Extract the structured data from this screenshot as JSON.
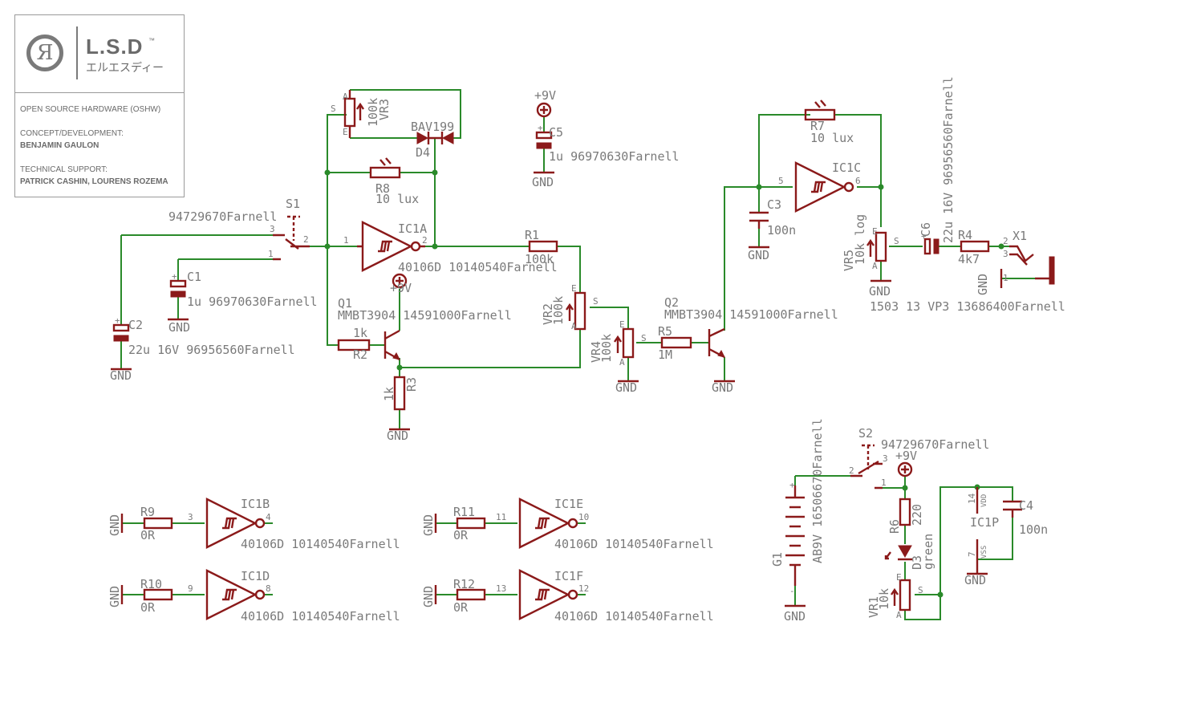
{
  "logo": {
    "mark": "Я",
    "name": "L.S.D",
    "tm": "™",
    "kana": "エルエスディー",
    "l1": "OPEN SOURCE HARDWARE (OSHW)",
    "l2": "CONCEPT/DEVELOPMENT:",
    "l3": "BENJAMIN GAULON",
    "l4": "TECHNICAL SUPPORT:",
    "l5": "PATRICK CASHIN, LOURENS ROZEMA"
  },
  "parts": {
    "vr3_a": "A",
    "vr3_s": "S",
    "vr3_e": "E",
    "vr3_val": "100k",
    "vr3_name": "VR3",
    "d4_part": "BAV199",
    "d4_name": "D4",
    "r8_name": "R8",
    "r8_val": "10 lux",
    "s1_ref": "94729670Farnell",
    "s1_name": "S1",
    "s1_p3": "3",
    "s1_p2": "2",
    "s1_p1": "1",
    "c1_name": "C1",
    "c1_val": "1u 96970630Farnell",
    "c2_name": "C2",
    "c2_val": "22u 16V 96956560Farnell",
    "ic1a_name": "IC1A",
    "ic1a_p1": "1",
    "ic1a_p2": "2",
    "ic1a_val": "40106D 10140540Farnell",
    "r1_name": "R1",
    "r1_val": "100k",
    "q1_name": "Q1",
    "q1_val": "MMBT3904 14591000Farnell",
    "pwr_9v": "+9V",
    "r2_name": "R2",
    "r2_val": "1k",
    "r3_name": "R3",
    "r3_val": "1k",
    "gnd": "GND",
    "vr2_name": "VR2",
    "vr2_val": "100k",
    "vr2_e": "E",
    "vr2_s": "S",
    "vr2_a": "A",
    "vr4_name": "VR4",
    "vr4_val": "100k",
    "vr4_e": "E",
    "vr4_s": "S",
    "vr4_a": "A",
    "r5_name": "R5",
    "r5_val": "1M",
    "q2_name": "Q2",
    "q2_val": "MMBT3904 14591000Farnell",
    "c5_name": "C5",
    "c5_val": "1u 96970630Farnell",
    "r7_name": "R7",
    "r7_val": "10 lux",
    "ic1c_name": "IC1C",
    "ic1c_p5": "5",
    "ic1c_p6": "6",
    "c3_name": "C3",
    "c3_val": "100n",
    "vr5_name": "VR5",
    "vr5_val": "10k log",
    "vr5_e": "E",
    "vr5_s": "S",
    "vr5_a": "A",
    "c6_name": "C6",
    "c6_val": "22u 16V 96956560Farnell",
    "r4_name": "R4",
    "r4_val": "4k7",
    "x1_name": "X1",
    "x1_p2": "2",
    "x1_p3": "3",
    "x1_p1": "1",
    "x1_val": "1503 13 VP3 13686400Farnell",
    "s2_name": "S2",
    "s2_ref": "94729670Farnell",
    "s2_p2": "2",
    "s2_p3": "3",
    "s2_p1": "1",
    "g1_name": "G1",
    "g1_val": "AB9V 16506670Farnell",
    "g1_plus": "+",
    "g1_minus": "-",
    "r6_name": "R6",
    "r6_val": "220",
    "d3_name": "D3",
    "d3_val": "green",
    "vr1_name": "VR1",
    "vr1_val": "10k",
    "vr1_e": "E",
    "vr1_s": "S",
    "vr1_a": "A",
    "c4_name": "C4",
    "c4_val": "100n",
    "ic1p_name": "IC1P",
    "ic1p_p14": "14",
    "ic1p_p7": "7",
    "ic1p_vdd": "VDD",
    "ic1p_vss": "VSS",
    "r9_name": "R9",
    "r9_val": "0R",
    "ic1b_name": "IC1B",
    "ic1b_p3": "3",
    "ic1b_p4": "4",
    "ic1b_val": "40106D 10140540Farnell",
    "r10_name": "R10",
    "r10_val": "0R",
    "ic1d_name": "IC1D",
    "ic1d_p9": "9",
    "ic1d_p8": "8",
    "ic1d_val": "40106D 10140540Farnell",
    "r11_name": "R11",
    "r11_val": "0R",
    "ic1e_name": "IC1E",
    "ic1e_p11": "11",
    "ic1e_p10": "10",
    "ic1e_val": "40106D 10140540Farnell",
    "r12_name": "R12",
    "r12_val": "0R",
    "ic1f_name": "IC1F",
    "ic1f_p13": "13",
    "ic1f_p12": "12",
    "ic1f_val": "40106D 10140540Farnell"
  },
  "colors": {
    "wire": "#2a8a2a",
    "component": "#8b1a1a",
    "label": "#7a7a7a"
  }
}
